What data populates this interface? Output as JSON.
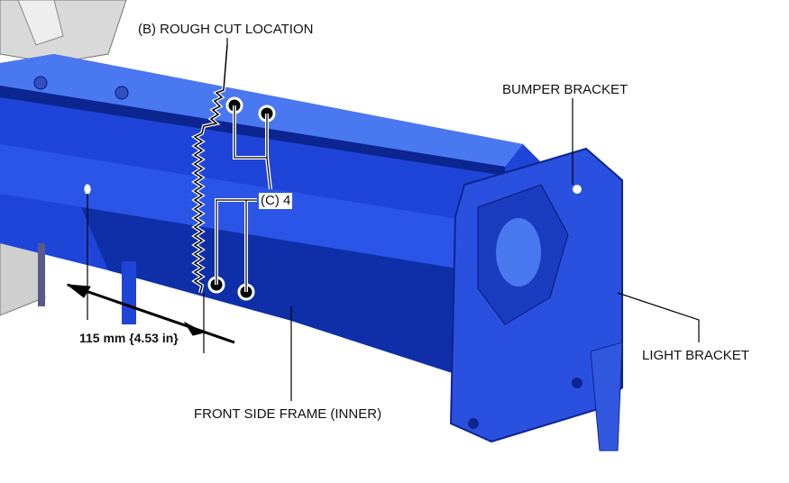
{
  "labels": {
    "rough_cut": "(B) ROUGH CUT LOCATION",
    "bumper_bracket": "BUMPER BRACKET",
    "c_marker": "(C) 4",
    "light_bracket": "LIGHT BRACKET",
    "front_side_frame": "FRONT SIDE FRAME (INNER)",
    "dimension": "115 mm {4.53 in}"
  },
  "colors": {
    "frame_blue": "#1f45d8",
    "frame_dark": "#0d2590",
    "frame_light": "#4a78f0",
    "body_grey": "#d8d8d8"
  }
}
